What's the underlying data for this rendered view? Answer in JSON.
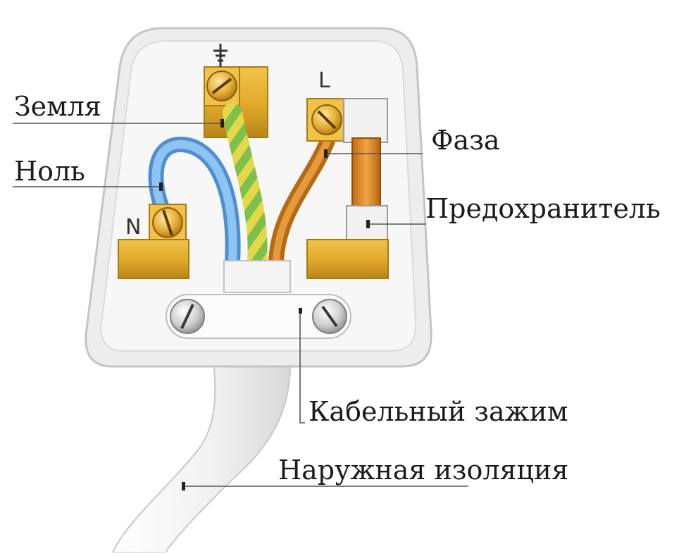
{
  "labels": {
    "earth": "Земля",
    "neutral": "Ноль",
    "phase": "Фаза",
    "fuse": "Предохранитель",
    "cable_clamp": "Кабельный зажим",
    "outer_insulation": "Наружная изоляция"
  },
  "terminal_marks": {
    "neutral": "N",
    "live": "L"
  },
  "colors": {
    "brass": "#e0a829",
    "brass_dark": "#b07a10",
    "neutral_wire": "#6aaee8",
    "live_wire": "#c97f1e",
    "earth_wire_green": "#7fc04a",
    "earth_wire_yellow": "#e3d84a",
    "plug_body": "#f3f3f3",
    "leader_line": "#555555"
  }
}
